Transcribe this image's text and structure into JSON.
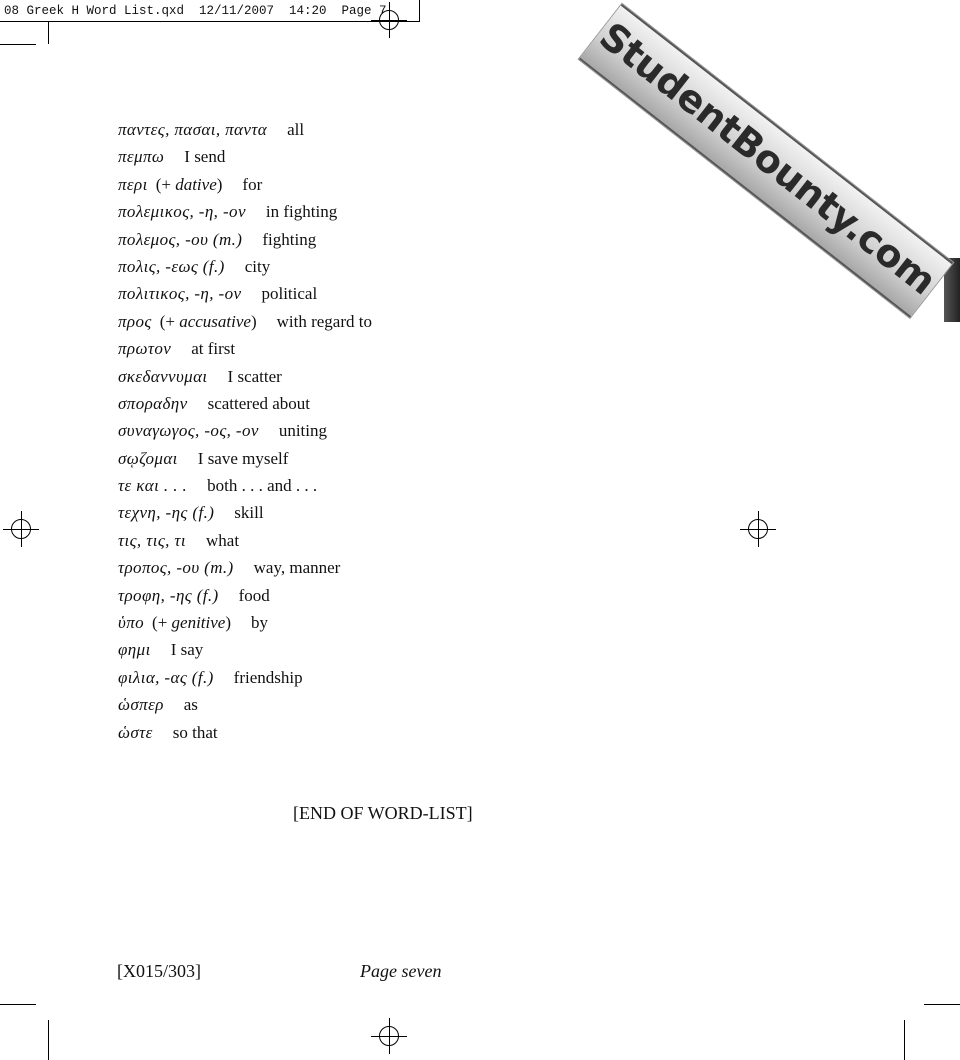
{
  "slug": {
    "text": "08 Greek H Word List.qxd  12/11/2007  14:20  Page 7"
  },
  "entries": [
    {
      "greek": "παντες, πασαι, παντα",
      "note": "",
      "def": "all"
    },
    {
      "greek": "πεμπω",
      "note": "",
      "def": "I send"
    },
    {
      "greek": "περι",
      "note": "(+ dative)",
      "def": "for"
    },
    {
      "greek": "πολεμικος, -η, -ον",
      "note": "",
      "def": "in fighting"
    },
    {
      "greek": "πολεμος, -ου (m.)",
      "note": "",
      "def": "fighting"
    },
    {
      "greek": "πολις, -εως (f.)",
      "note": "",
      "def": "city"
    },
    {
      "greek": "πολιτικος, -η, -ον",
      "note": "",
      "def": "political"
    },
    {
      "greek": "προς",
      "note": "(+ accusative)",
      "def": "with regard to"
    },
    {
      "greek": "πρωτον",
      "note": "",
      "def": "at first"
    },
    {
      "greek": "σκεδαννυμαι",
      "note": "",
      "def": "I scatter"
    },
    {
      "greek": "σποραδην",
      "note": "",
      "def": "scattered about"
    },
    {
      "greek": "συναγωγος, -ος, -ον",
      "note": "",
      "def": "uniting"
    },
    {
      "greek": "σῳζομαι",
      "note": "",
      "def": "I save myself"
    },
    {
      "greek": "τε και . . .",
      "note": "",
      "def": "both . . . and . . ."
    },
    {
      "greek": "τεχνη, -ης (f.)",
      "note": "",
      "def": "skill"
    },
    {
      "greek": "τις, τις, τι",
      "note": "",
      "def": "what"
    },
    {
      "greek": "τροπος, -ου (m.)",
      "note": "",
      "def": "way, manner"
    },
    {
      "greek": "τροφη, -ης (f.)",
      "note": "",
      "def": "food"
    },
    {
      "greek": "ὑπο",
      "note": "(+ genitive)",
      "def": "by"
    },
    {
      "greek": "φημι",
      "note": "",
      "def": "I say"
    },
    {
      "greek": "φιλια, -ας (f.)",
      "note": "",
      "def": "friendship"
    },
    {
      "greek": "ὡσπερ",
      "note": "",
      "def": "as"
    },
    {
      "greek": "ὡστε",
      "note": "",
      "def": "so that"
    }
  ],
  "end_marker": "[END OF WORD-LIST]",
  "footer": {
    "code": "[X015/303]",
    "page": "Page seven"
  },
  "watermark": {
    "text": "StudentBounty.com"
  }
}
